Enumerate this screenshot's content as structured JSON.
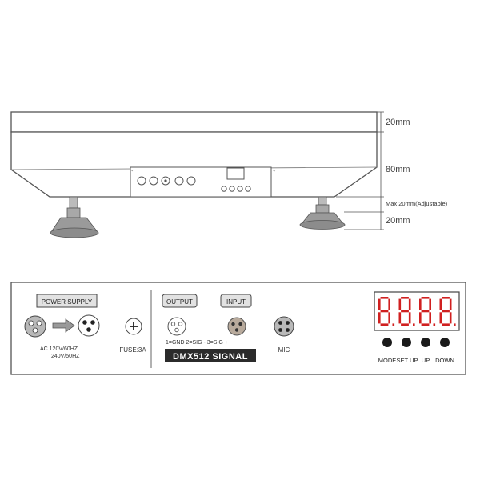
{
  "dimensions": {
    "top_height": "20mm",
    "body_height": "80mm",
    "leg_adjust": "Max 20mm(Adjustable)",
    "foot_height": "20mm"
  },
  "panel": {
    "power_supply_label": "POWER SUPPLY",
    "voltage_line1": "AC 120V/60HZ",
    "voltage_line2": "240V/50HZ",
    "fuse_label": "FUSE:3A",
    "output_label": "OUTPUT",
    "input_label": "INPUT",
    "pin_legend": "1=GND   2=SIG -   3=SIG +",
    "dmx_label": "DMX512  SIGNAL",
    "mic_label": "MIC",
    "display_digits": "8.8.8.8.",
    "buttons": [
      "MODE",
      "SET UP",
      "UP",
      "DOWN"
    ]
  },
  "colors": {
    "badge_fill": "#e2e2e2",
    "dmx_fill": "#2b2b2b",
    "display_red": "#d02020",
    "button_fill": "#1a1a1a",
    "foot_gray": "#9a9a9a"
  }
}
